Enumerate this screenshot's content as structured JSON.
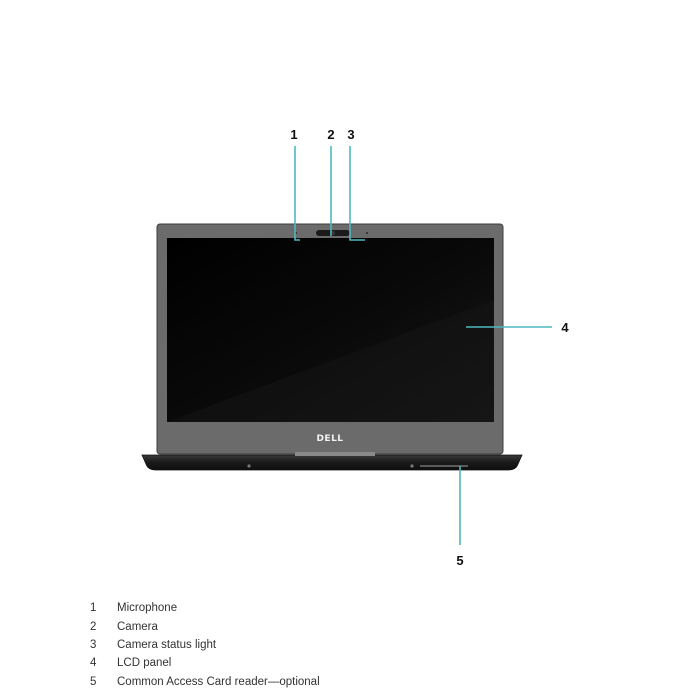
{
  "logo_text": "DELL",
  "callouts": [
    "1",
    "2",
    "3",
    "4",
    "5"
  ],
  "legend": [
    {
      "num": "1",
      "label": "Microphone"
    },
    {
      "num": "2",
      "label": "Camera"
    },
    {
      "num": "3",
      "label": "Camera status light"
    },
    {
      "num": "4",
      "label": "LCD panel"
    },
    {
      "num": "5",
      "label": "Common Access Card reader—optional"
    }
  ],
  "colors": {
    "leader": "#4db8c0",
    "screen": "#050505",
    "bezel": "#6b6b6b",
    "base": "#1c1c1c"
  }
}
